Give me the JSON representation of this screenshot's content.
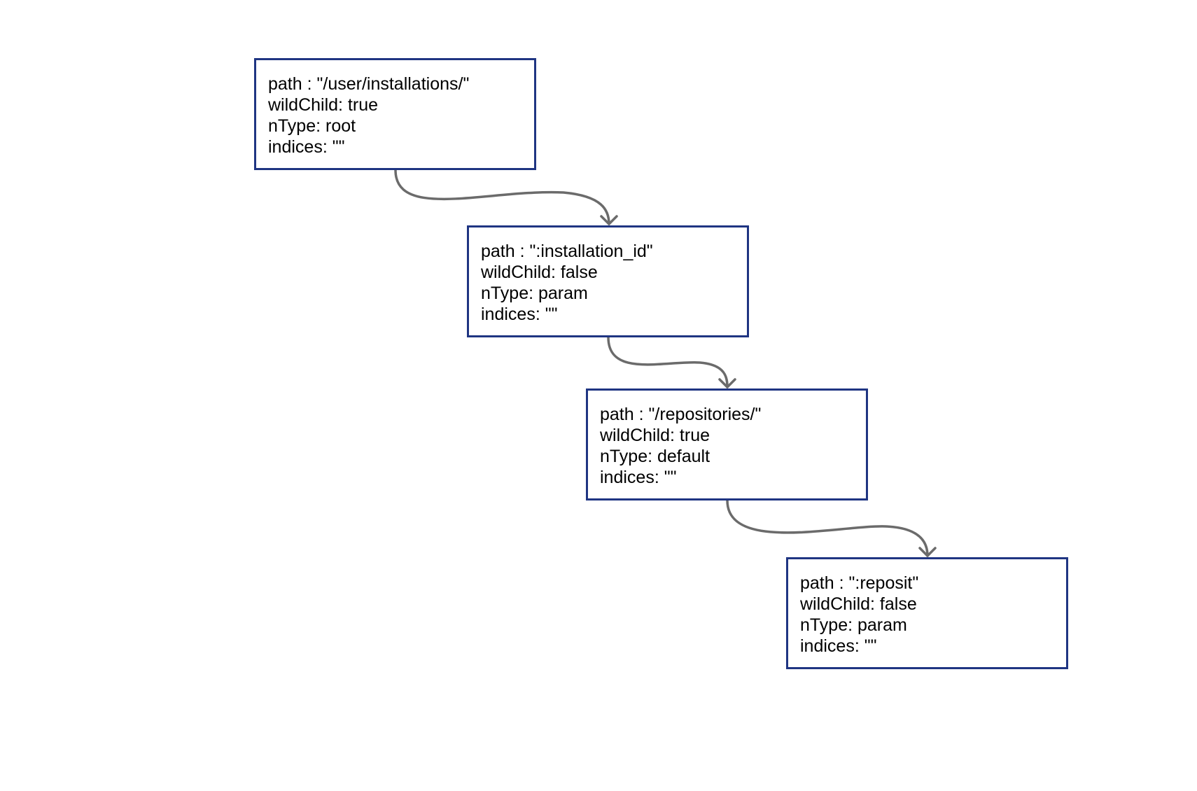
{
  "nodes": [
    {
      "path": "path : \"/user/installations/\"",
      "wildChild": "wildChild: true",
      "nType": "nType: root",
      "indices": "indices: \"\""
    },
    {
      "path": "path : \":installation_id\"",
      "wildChild": "wildChild: false",
      "nType": "nType: param",
      "indices": "indices: \"\""
    },
    {
      "path": "path : \"/repositories/\"",
      "wildChild": "wildChild: true",
      "nType": "nType: default",
      "indices": "indices: \"\""
    },
    {
      "path": "path : \":reposit\"",
      "wildChild": "wildChild: false",
      "nType": "nType: param",
      "indices": "indices: \"\""
    }
  ],
  "colors": {
    "node_border": "#1f3582",
    "edge": "#6b6b6b",
    "text": "#000000",
    "background": "#ffffff"
  }
}
